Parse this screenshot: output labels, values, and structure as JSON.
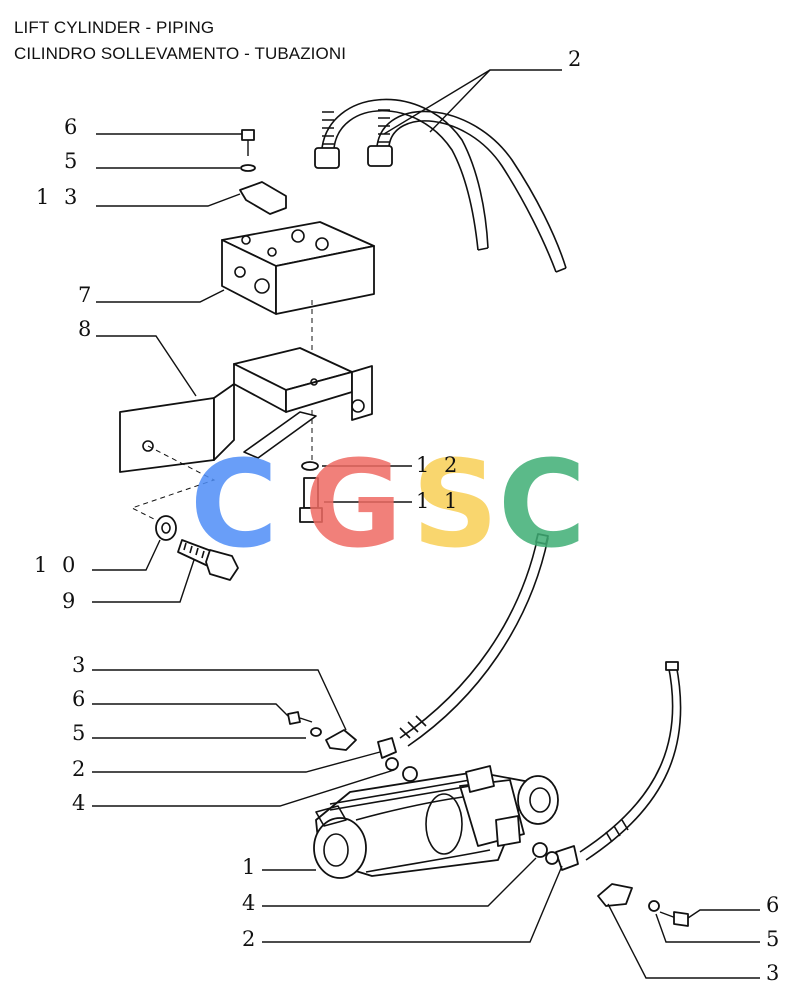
{
  "title": {
    "line1": "LIFT CYLINDER - PIPING",
    "line2": "CILINDRO SOLLEVAMENTO - TUBAZIONI"
  },
  "callouts": [
    {
      "id": "c-2-top",
      "label": "2"
    },
    {
      "id": "c-6-top",
      "label": "6"
    },
    {
      "id": "c-5-top",
      "label": "5"
    },
    {
      "id": "c-13",
      "label": "1 3"
    },
    {
      "id": "c-7",
      "label": "7"
    },
    {
      "id": "c-8",
      "label": "8"
    },
    {
      "id": "c-12",
      "label": "1 2"
    },
    {
      "id": "c-11",
      "label": "1 1"
    },
    {
      "id": "c-10",
      "label": "1 0"
    },
    {
      "id": "c-9",
      "label": "9"
    },
    {
      "id": "c-3-left",
      "label": "3"
    },
    {
      "id": "c-6-left",
      "label": "6"
    },
    {
      "id": "c-5-left",
      "label": "5"
    },
    {
      "id": "c-2-mid",
      "label": "2"
    },
    {
      "id": "c-4-mid",
      "label": "4"
    },
    {
      "id": "c-1",
      "label": "1"
    },
    {
      "id": "c-4-low",
      "label": "4"
    },
    {
      "id": "c-2-low",
      "label": "2"
    },
    {
      "id": "c-6-right",
      "label": "6"
    },
    {
      "id": "c-5-right",
      "label": "5"
    },
    {
      "id": "c-3-right",
      "label": "3"
    }
  ],
  "watermark": {
    "letters": [
      "C",
      "G",
      "S",
      "C"
    ],
    "colors": [
      "#4f8ef7",
      "#ef6b63",
      "#f9cf55",
      "#3fae75"
    ]
  }
}
